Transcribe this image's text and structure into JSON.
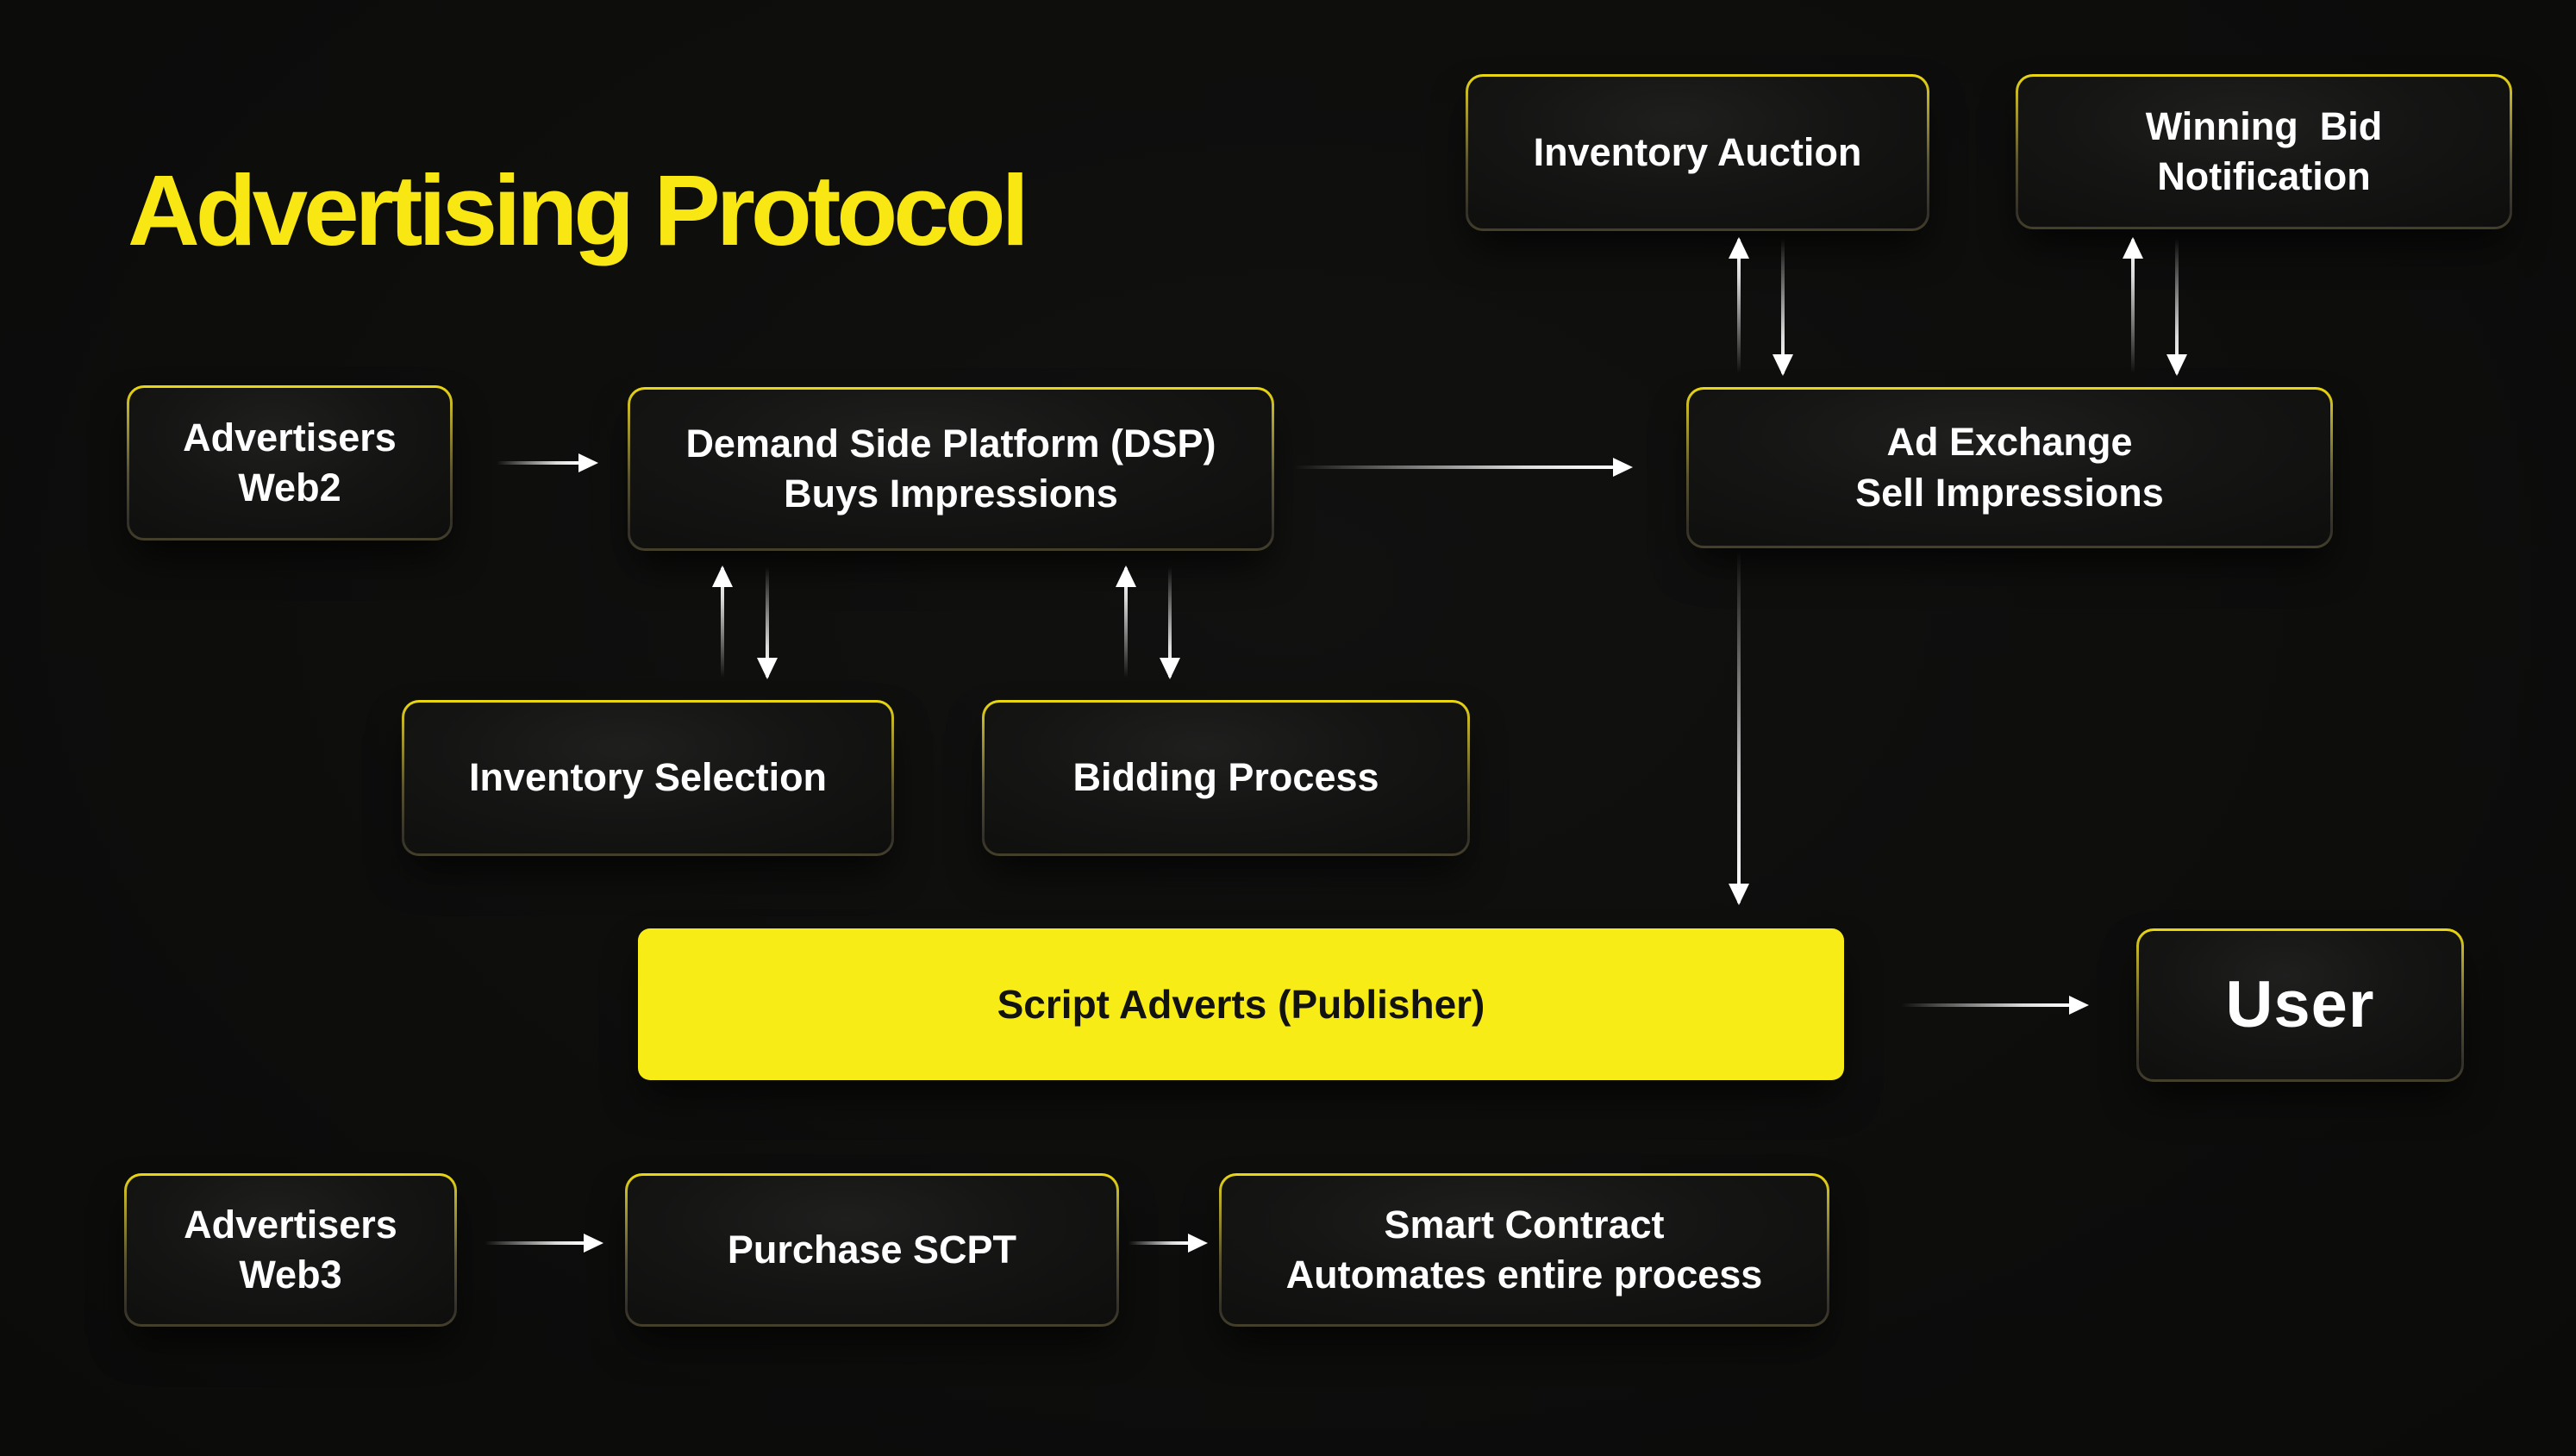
{
  "title": "Advertising Protocol",
  "colors": {
    "background": "#0d0d0c",
    "accent_yellow": "#f8e713",
    "highlight_box_fill": "#f7ec16",
    "node_border_top": "#ecd90f",
    "node_text": "#ffffff",
    "highlight_text": "#121211",
    "arrow": "#ffffff"
  },
  "nodes": {
    "inventory_auction": {
      "label": "Inventory Auction"
    },
    "winning_bid": {
      "label": "Winning  Bid\nNotification"
    },
    "advertisers_web2": {
      "label": "Advertisers\nWeb2"
    },
    "dsp": {
      "label": "Demand Side Platform (DSP)\nBuys Impressions"
    },
    "ad_exchange": {
      "label": "Ad Exchange\nSell Impressions"
    },
    "inventory_selection": {
      "label": "Inventory Selection"
    },
    "bidding_process": {
      "label": "Bidding Process"
    },
    "script_adverts": {
      "label": "Script Adverts (Publisher)"
    },
    "user": {
      "label": "User"
    },
    "advertisers_web3": {
      "label": "Advertisers\nWeb3"
    },
    "purchase_scpt": {
      "label": "Purchase SCPT"
    },
    "smart_contract": {
      "label": "Smart Contract\nAutomates entire process"
    }
  }
}
